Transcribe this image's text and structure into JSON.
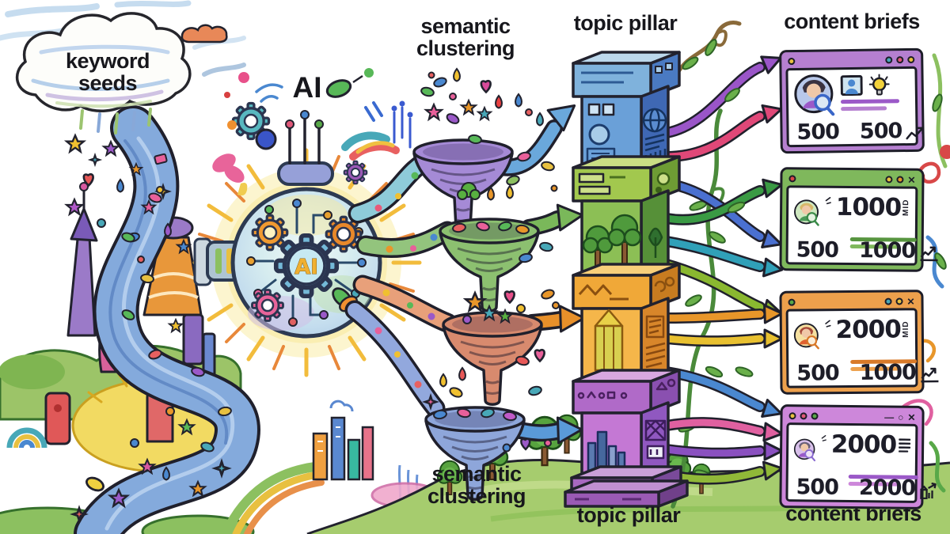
{
  "cloud": {
    "label_line1": "keyword",
    "label_line2": "seeds"
  },
  "ai": {
    "label": "AI",
    "chip_text": "AI"
  },
  "labels": {
    "semantic_clustering_top": {
      "line1": "semantic",
      "line2": "clustering"
    },
    "topic_pillar_top": "topic pillar",
    "content_briefs_top": "content briefs",
    "semantic_clustering_bottom": {
      "line1": "semantic",
      "line2": "clustering"
    },
    "topic_pillar_bottom": "topic pillar",
    "content_briefs_bottom": "content briefs"
  },
  "pillar": {
    "blocks": [
      {
        "name": "web-pages-block",
        "color": "#6aa0d8"
      },
      {
        "name": "topics-trees-block",
        "color": "#8cbf55"
      },
      {
        "name": "writing-pencil-block",
        "color": "#f5b64a"
      },
      {
        "name": "city-buildings-block",
        "color": "#c478d4"
      }
    ]
  },
  "cards": [
    {
      "theme_color": "#b57fd0",
      "stat_left": "500",
      "stat_right": "500"
    },
    {
      "theme_color": "#7fb85c",
      "headline_value": "1000",
      "headline_suffix": "MID",
      "stat_left": "500",
      "stat_right": "1000",
      "close_glyph": "✕"
    },
    {
      "theme_color": "#eda04c",
      "headline_value": "2000",
      "headline_suffix": "MID",
      "stat_left": "500",
      "stat_right": "1000",
      "close_glyph": "✕"
    },
    {
      "theme_color": "#cd87da",
      "headline_value": "2000",
      "stat_left": "500",
      "stat_right": "2000",
      "min_glyph": "—",
      "circle_glyph": "○",
      "close_glyph": "✕"
    }
  ]
}
